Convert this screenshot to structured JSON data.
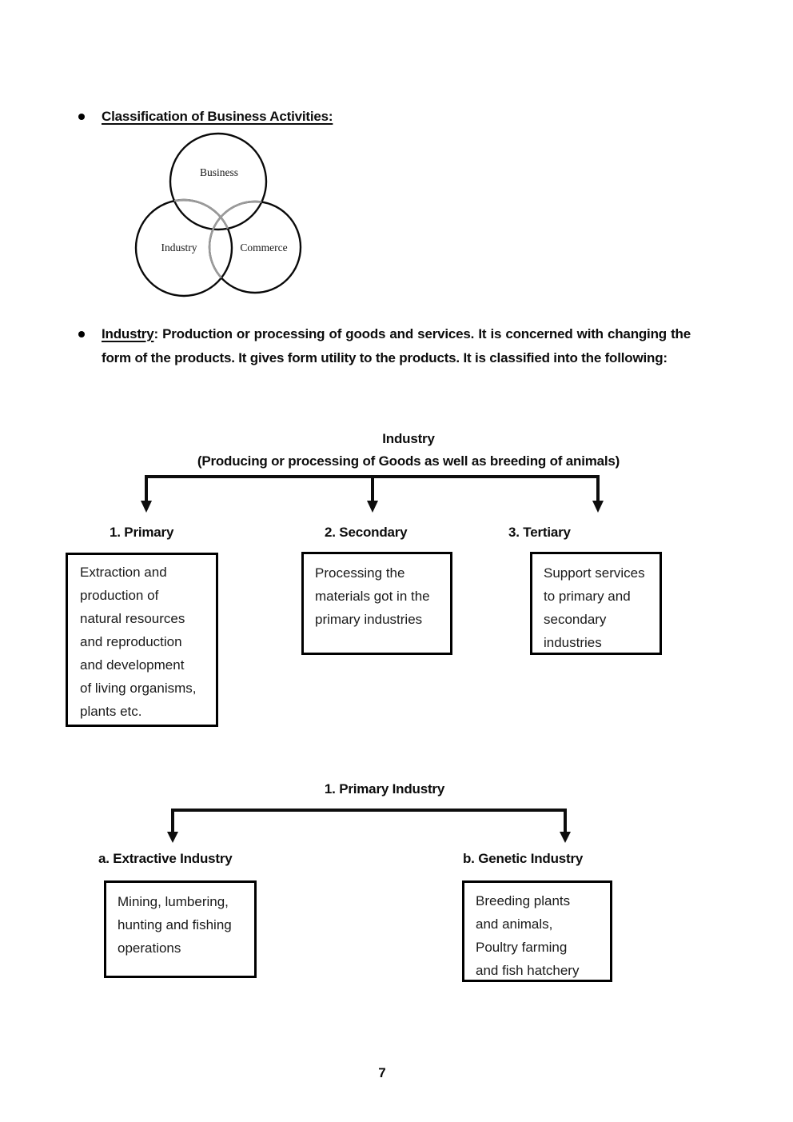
{
  "document": {
    "page_number": "7",
    "main_heading": "Classification of Business Activities:",
    "venn": {
      "top_label": "Business",
      "left_label": "Industry",
      "right_label": "Commerce"
    },
    "definition": {
      "term": "Industry",
      "colon": ":",
      "body": "  Production or processing of goods and services.  It is concerned with changing the form of the products.  It gives form utility to the products. It is classified into the following:"
    }
  },
  "chart_industry": {
    "title": "Industry",
    "subtitle": "(Producing or processing of Goods as well as breeding of animals)",
    "branches": [
      {
        "label": "1. Primary",
        "box_text": "Extraction and\nproduction of\nnatural resources\nand reproduction\nand development\nof living organisms,\nplants etc."
      },
      {
        "label": "2. Secondary",
        "box_text": "Processing the\nmaterials got in the\nprimary industries"
      },
      {
        "label": "3. Tertiary",
        "box_text": "Support services\nto primary and\nsecondary\nindustries"
      }
    ]
  },
  "chart_primary": {
    "title": "1. Primary Industry",
    "branches": [
      {
        "label": "a. Extractive Industry",
        "box_text": "Mining, lumbering,\nhunting and fishing\noperations"
      },
      {
        "label": "b. Genetic Industry",
        "box_text": "Breeding plants\nand animals,\nPoultry farming\nand fish hatchery"
      }
    ]
  }
}
